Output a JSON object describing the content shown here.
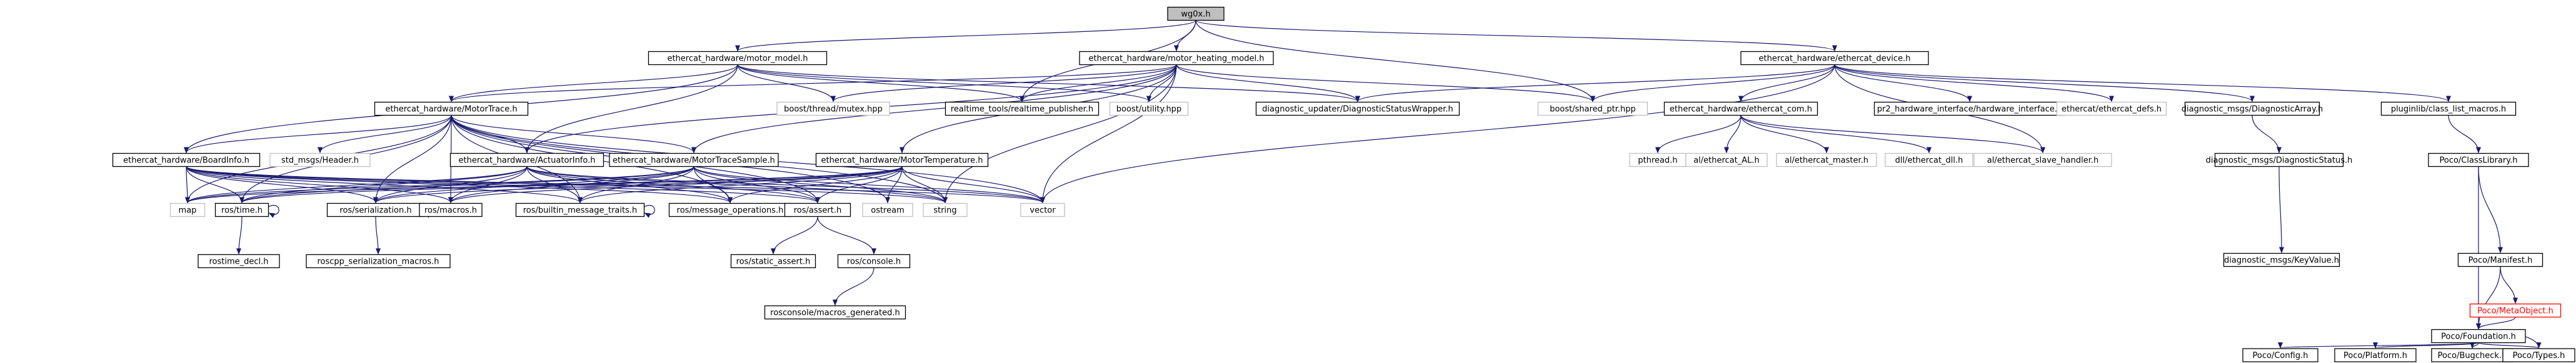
{
  "nodes": [
    {
      "id": "root",
      "label": "wg0x.h",
      "style": "root"
    },
    {
      "id": "mm",
      "label": "ethercat_hardware/motor_model.h"
    },
    {
      "id": "mhm",
      "label": "ethercat_hardware/motor_heating_model.h"
    },
    {
      "id": "ed",
      "label": "ethercat_hardware/ethercat_device.h"
    },
    {
      "id": "mt",
      "label": "ethercat_hardware/MotorTrace.h"
    },
    {
      "id": "btm",
      "label": "boost/thread/mutex.hpp",
      "style": "ext"
    },
    {
      "id": "rtp",
      "label": "realtime_tools/realtime_publisher.h"
    },
    {
      "id": "butil",
      "label": "boost/utility.hpp",
      "style": "ext"
    },
    {
      "id": "dsw",
      "label": "diagnostic_updater/DiagnosticStatusWrapper.h"
    },
    {
      "id": "bsp",
      "label": "boost/shared_ptr.hpp",
      "style": "ext"
    },
    {
      "id": "ecom",
      "label": "ethercat_hardware/ethercat_com.h"
    },
    {
      "id": "pr2hi",
      "label": "pr2_hardware_interface/hardware_interface.h"
    },
    {
      "id": "ecd",
      "label": "ethercat/ethercat_defs.h",
      "style": "ext"
    },
    {
      "id": "dmda",
      "label": "diagnostic_msgs/DiagnosticArray.h"
    },
    {
      "id": "pcl",
      "label": "pluginlib/class_list_macros.h"
    },
    {
      "id": "bi",
      "label": "ethercat_hardware/BoardInfo.h"
    },
    {
      "id": "stdh",
      "label": "std_msgs/Header.h",
      "style": "ext"
    },
    {
      "id": "ai",
      "label": "ethercat_hardware/ActuatorInfo.h"
    },
    {
      "id": "mts",
      "label": "ethercat_hardware/MotorTraceSample.h"
    },
    {
      "id": "mtemp",
      "label": "ethercat_hardware/MotorTemperature.h"
    },
    {
      "id": "pthread",
      "label": "pthread.h",
      "style": "ext"
    },
    {
      "id": "al",
      "label": "al/ethercat_AL.h",
      "style": "ext"
    },
    {
      "id": "master",
      "label": "al/ethercat_master.h",
      "style": "ext"
    },
    {
      "id": "dll",
      "label": "dll/ethercat_dll.h",
      "style": "ext"
    },
    {
      "id": "slave",
      "label": "al/ethercat_slave_handler.h",
      "style": "ext"
    },
    {
      "id": "dms",
      "label": "diagnostic_msgs/DiagnosticStatus.h"
    },
    {
      "id": "pcls",
      "label": "Poco/ClassLibrary.h"
    },
    {
      "id": "map",
      "label": "map",
      "style": "ext"
    },
    {
      "id": "rtime",
      "label": "ros/time.h"
    },
    {
      "id": "rser",
      "label": "ros/serialization.h"
    },
    {
      "id": "rmac",
      "label": "ros/macros.h"
    },
    {
      "id": "rbmt",
      "label": "ros/builtin_message_traits.h"
    },
    {
      "id": "rmo",
      "label": "ros/message_operations.h"
    },
    {
      "id": "rassert",
      "label": "ros/assert.h"
    },
    {
      "id": "ostream",
      "label": "ostream",
      "style": "ext"
    },
    {
      "id": "string",
      "label": "string",
      "style": "ext"
    },
    {
      "id": "vector",
      "label": "vector",
      "style": "ext"
    },
    {
      "id": "dmkv",
      "label": "diagnostic_msgs/KeyValue.h"
    },
    {
      "id": "pman",
      "label": "Poco/Manifest.h"
    },
    {
      "id": "rtd",
      "label": "rostime_decl.h"
    },
    {
      "id": "rsm",
      "label": "roscpp_serialization_macros.h"
    },
    {
      "id": "rsa",
      "label": "ros/static_assert.h"
    },
    {
      "id": "rcon",
      "label": "ros/console.h"
    },
    {
      "id": "pmo",
      "label": "Poco/MetaObject.h",
      "style": "red"
    },
    {
      "id": "rmg",
      "label": "rosconsole/macros_generated.h"
    },
    {
      "id": "pfound",
      "label": "Poco/Foundation.h"
    },
    {
      "id": "pconf",
      "label": "Poco/Config.h"
    },
    {
      "id": "pplat",
      "label": "Poco/Platform.h"
    },
    {
      "id": "pbug",
      "label": "Poco/Bugcheck.h"
    },
    {
      "id": "ptypes",
      "label": "Poco/Types.h"
    }
  ],
  "edges": [
    [
      "root",
      "mm"
    ],
    [
      "root",
      "mhm"
    ],
    [
      "root",
      "ed"
    ],
    [
      "root",
      "rtp"
    ],
    [
      "root",
      "bsp"
    ],
    [
      "mm",
      "mt"
    ],
    [
      "mm",
      "btm"
    ],
    [
      "mm",
      "rtp"
    ],
    [
      "mm",
      "butil"
    ],
    [
      "mm",
      "dsw"
    ],
    [
      "mm",
      "bi"
    ],
    [
      "mm",
      "ai"
    ],
    [
      "mhm",
      "mt"
    ],
    [
      "mhm",
      "btm"
    ],
    [
      "mhm",
      "rtp"
    ],
    [
      "mhm",
      "butil"
    ],
    [
      "mhm",
      "dsw"
    ],
    [
      "mhm",
      "bsp"
    ],
    [
      "mhm",
      "mtemp"
    ],
    [
      "mhm",
      "mts"
    ],
    [
      "mhm",
      "ai"
    ],
    [
      "mhm",
      "vector"
    ],
    [
      "mhm",
      "string"
    ],
    [
      "ed",
      "dsw"
    ],
    [
      "ed",
      "bsp"
    ],
    [
      "ed",
      "ecom"
    ],
    [
      "ed",
      "pr2hi"
    ],
    [
      "ed",
      "ecd"
    ],
    [
      "ed",
      "dmda"
    ],
    [
      "ed",
      "pcl"
    ],
    [
      "ed",
      "slave"
    ],
    [
      "ed",
      "vector"
    ],
    [
      "mt",
      "bi"
    ],
    [
      "mt",
      "stdh"
    ],
    [
      "mt",
      "ai"
    ],
    [
      "mt",
      "mts"
    ],
    [
      "mt",
      "map"
    ],
    [
      "mt",
      "rtime"
    ],
    [
      "mt",
      "rser"
    ],
    [
      "mt",
      "rmac"
    ],
    [
      "mt",
      "rbmt"
    ],
    [
      "mt",
      "rmo"
    ],
    [
      "mt",
      "rassert"
    ],
    [
      "mt",
      "ostream"
    ],
    [
      "mt",
      "string"
    ],
    [
      "mt",
      "vector"
    ],
    [
      "bi",
      "map"
    ],
    [
      "bi",
      "rtime"
    ],
    [
      "bi",
      "rser"
    ],
    [
      "bi",
      "rmac"
    ],
    [
      "bi",
      "rbmt"
    ],
    [
      "bi",
      "rmo"
    ],
    [
      "bi",
      "rassert"
    ],
    [
      "bi",
      "string"
    ],
    [
      "bi",
      "vector"
    ],
    [
      "ai",
      "map"
    ],
    [
      "ai",
      "rtime"
    ],
    [
      "ai",
      "rser"
    ],
    [
      "ai",
      "rmac"
    ],
    [
      "ai",
      "rbmt"
    ],
    [
      "ai",
      "rmo"
    ],
    [
      "ai",
      "rassert"
    ],
    [
      "ai",
      "string"
    ],
    [
      "ai",
      "vector"
    ],
    [
      "mts",
      "map"
    ],
    [
      "mts",
      "rtime"
    ],
    [
      "mts",
      "rser"
    ],
    [
      "mts",
      "rmac"
    ],
    [
      "mts",
      "rbmt"
    ],
    [
      "mts",
      "rmo"
    ],
    [
      "mts",
      "rassert"
    ],
    [
      "mts",
      "string"
    ],
    [
      "mts",
      "vector"
    ],
    [
      "mtemp",
      "map"
    ],
    [
      "mtemp",
      "rtime"
    ],
    [
      "mtemp",
      "rser"
    ],
    [
      "mtemp",
      "rmac"
    ],
    [
      "mtemp",
      "rbmt"
    ],
    [
      "mtemp",
      "rmo"
    ],
    [
      "mtemp",
      "rassert"
    ],
    [
      "mtemp",
      "ostream"
    ],
    [
      "mtemp",
      "string"
    ],
    [
      "mtemp",
      "vector"
    ],
    [
      "ecom",
      "pthread"
    ],
    [
      "ecom",
      "al"
    ],
    [
      "ecom",
      "master"
    ],
    [
      "ecom",
      "dll"
    ],
    [
      "ecom",
      "slave"
    ],
    [
      "dmda",
      "dms"
    ],
    [
      "dms",
      "dmkv"
    ],
    [
      "pcl",
      "pcls"
    ],
    [
      "pcls",
      "pman"
    ],
    [
      "pcls",
      "pfound"
    ],
    [
      "pman",
      "pmo"
    ],
    [
      "pman",
      "pfound"
    ],
    [
      "pmo",
      "pfound"
    ],
    [
      "rtime",
      "rtime"
    ],
    [
      "rtime",
      "rtd"
    ],
    [
      "rser",
      "rser"
    ],
    [
      "rser",
      "rsm"
    ],
    [
      "rbmt",
      "rbmt"
    ],
    [
      "rassert",
      "rsa"
    ],
    [
      "rassert",
      "rcon"
    ],
    [
      "rcon",
      "rmg"
    ],
    [
      "pfound",
      "pconf"
    ],
    [
      "pfound",
      "pplat"
    ],
    [
      "pfound",
      "pbug"
    ],
    [
      "pfound",
      "ptypes"
    ],
    [
      "pbug",
      "pfound"
    ],
    [
      "ptypes",
      "pfound"
    ]
  ]
}
